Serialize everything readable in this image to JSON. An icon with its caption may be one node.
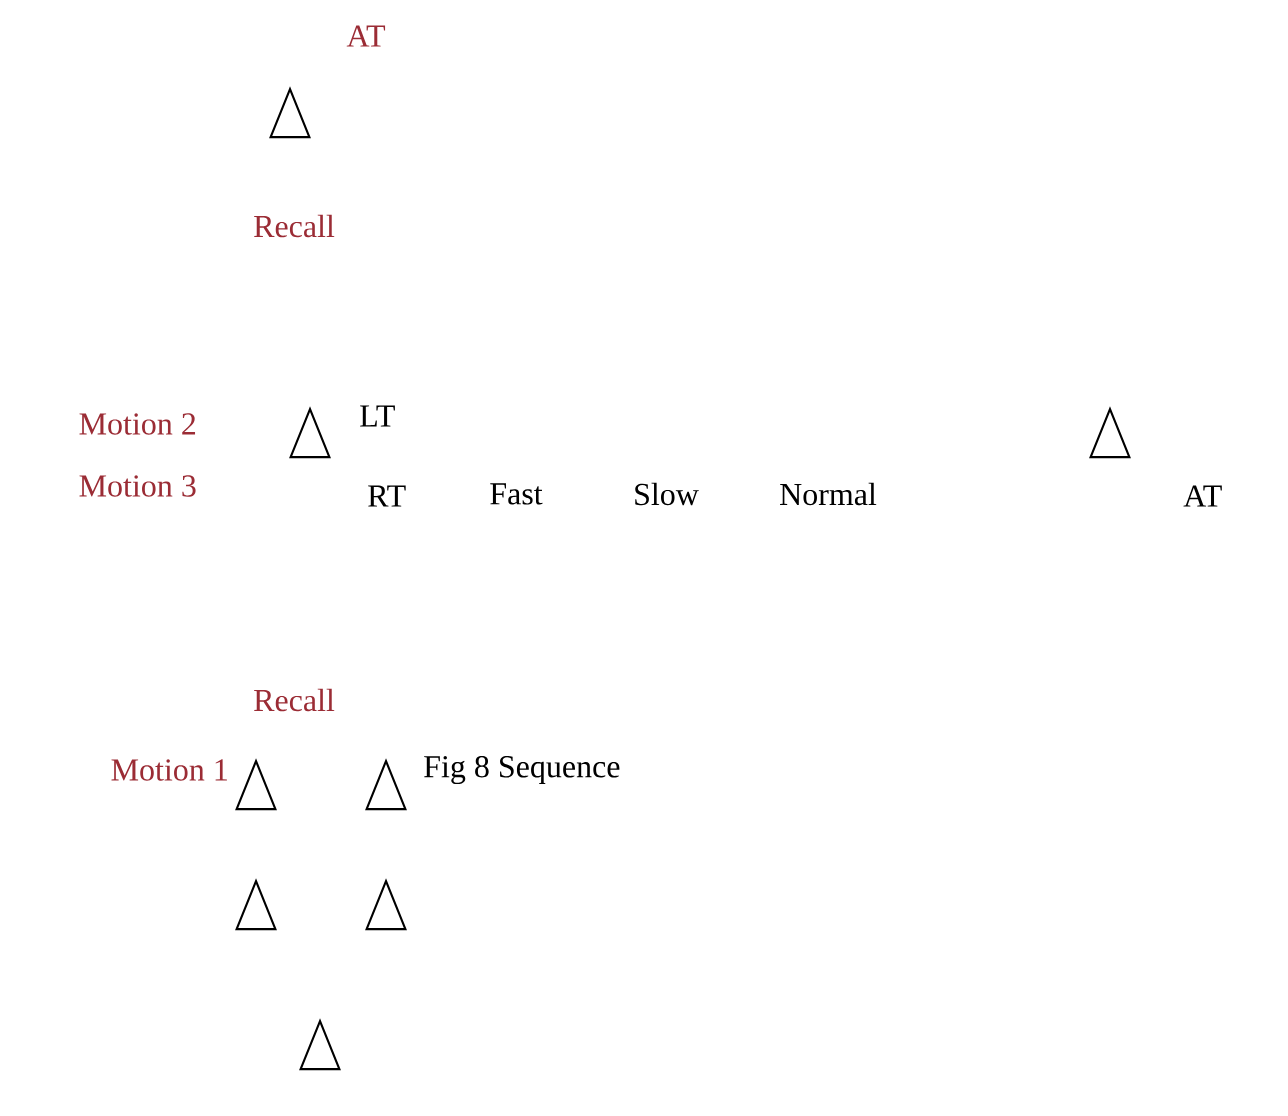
{
  "diagram": {
    "nodes": [
      {
        "text": [],
        "shape": "triangle"
      },
      {
        "text": [],
        "shape": "triangle"
      },
      {
        "text": [],
        "shape": "triangle"
      },
      {
        "text": [],
        "shape": "triangle"
      },
      {
        "text": [],
        "shape": "triangle"
      },
      {
        "text": [],
        "shape": "triangle"
      },
      {
        "text": [],
        "shape": "triangle"
      },
      {
        "text": [],
        "shape": "triangle"
      }
    ],
    "labels": [
      "AT",
      "Recall",
      "Motion 2",
      "LT",
      "Motion 3",
      "RT",
      "Fast",
      "Slow",
      "Normal",
      "AT",
      "Recall",
      "Motion 1",
      "Fig 8 Sequence"
    ]
  }
}
